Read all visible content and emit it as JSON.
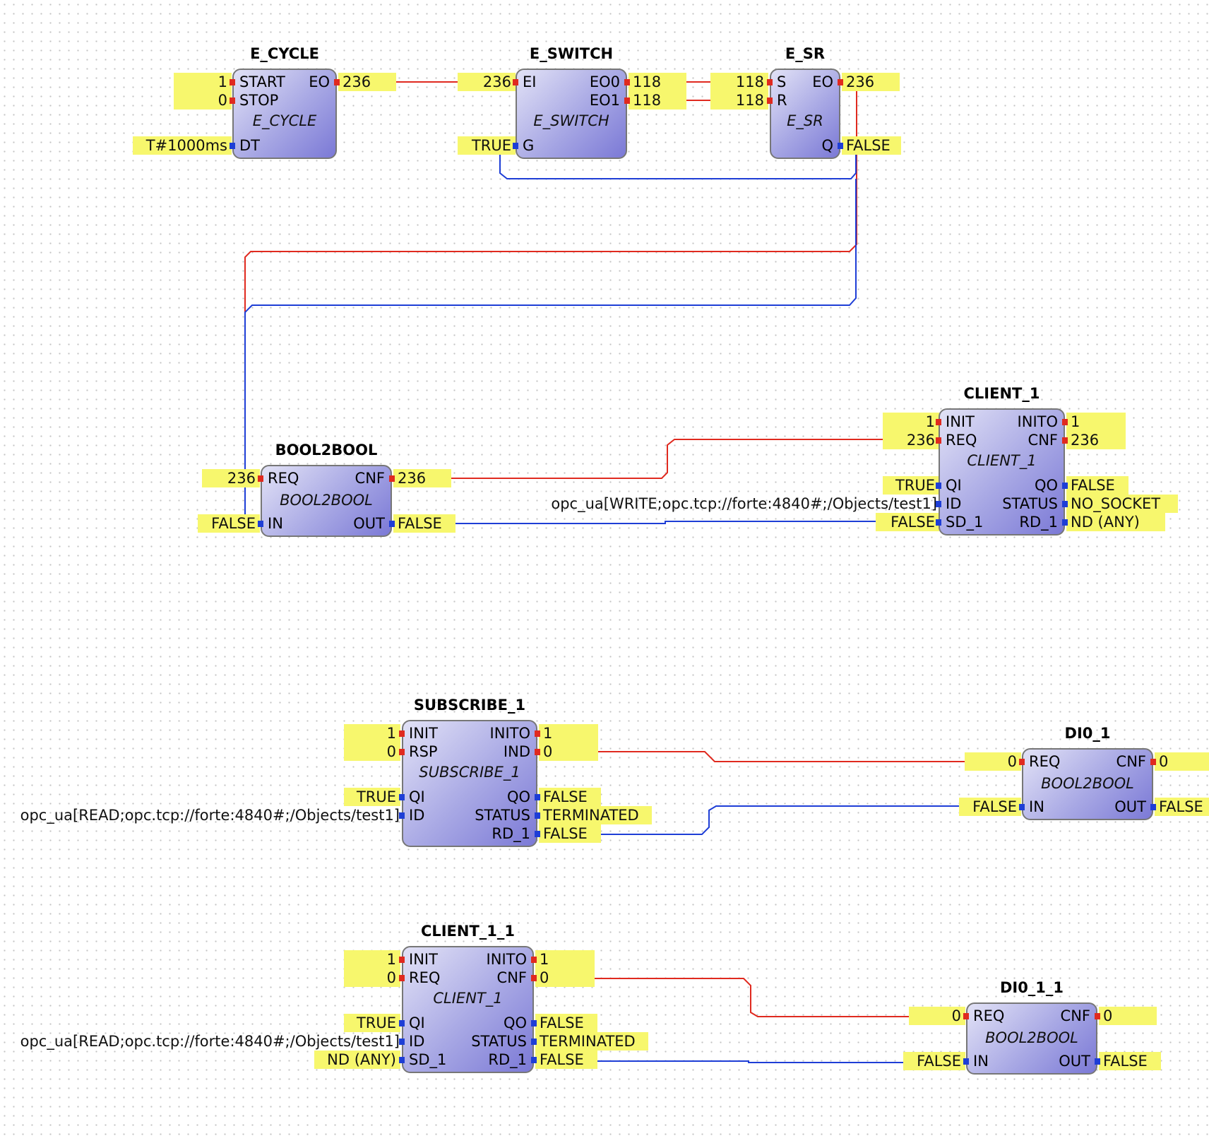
{
  "blocks": {
    "e_cycle": {
      "name": "E_CYCLE",
      "type": "E_CYCLE",
      "pins": {
        "start": "START",
        "stop": "STOP",
        "dt": "DT",
        "eo": "EO"
      },
      "values": {
        "start": "1",
        "stop": "0",
        "dt": "T#1000ms",
        "eo": "236"
      }
    },
    "e_switch": {
      "name": "E_SWITCH",
      "type": "E_SWITCH",
      "pins": {
        "ei": "EI",
        "g": "G",
        "eo0": "EO0",
        "eo1": "EO1"
      },
      "values": {
        "ei": "236",
        "g": "TRUE",
        "eo0": "118",
        "eo1": "118"
      }
    },
    "e_sr": {
      "name": "E_SR",
      "type": "E_SR",
      "pins": {
        "s": "S",
        "r": "R",
        "eo": "EO",
        "q": "Q"
      },
      "values": {
        "s": "118",
        "r": "118",
        "eo": "236",
        "q": "FALSE"
      }
    },
    "bool2bool": {
      "name": "BOOL2BOOL",
      "type": "BOOL2BOOL",
      "pins": {
        "req": "REQ",
        "in": "IN",
        "cnf": "CNF",
        "out": "OUT"
      },
      "values": {
        "req": "236",
        "in": "FALSE",
        "cnf": "236",
        "out": "FALSE"
      }
    },
    "client_1": {
      "name": "CLIENT_1",
      "type": "CLIENT_1",
      "pins": {
        "init": "INIT",
        "req": "REQ",
        "qi": "QI",
        "id": "ID",
        "sd_1": "SD_1",
        "inito": "INITO",
        "cnf": "CNF",
        "qo": "QO",
        "status": "STATUS",
        "rd_1": "RD_1"
      },
      "values": {
        "init": "1",
        "req": "236",
        "qi": "TRUE",
        "id": "opc_ua[WRITE;opc.tcp://forte:4840#;/Objects/test1]",
        "sd_1": "FALSE",
        "inito": "1",
        "cnf": "236",
        "qo": "FALSE",
        "status": "NO_SOCKET",
        "rd_1": "ND (ANY)"
      }
    },
    "subscribe_1": {
      "name": "SUBSCRIBE_1",
      "type": "SUBSCRIBE_1",
      "pins": {
        "init": "INIT",
        "rsp": "RSP",
        "qi": "QI",
        "id": "ID",
        "inito": "INITO",
        "ind": "IND",
        "qo": "QO",
        "status": "STATUS",
        "rd_1": "RD_1"
      },
      "values": {
        "init": "1",
        "rsp": "0",
        "qi": "TRUE",
        "id": "opc_ua[READ;opc.tcp://forte:4840#;/Objects/test1]",
        "inito": "1",
        "ind": "0",
        "qo": "FALSE",
        "status": "TERMINATED",
        "rd_1": "FALSE"
      }
    },
    "dio_1": {
      "name": "DI0_1",
      "type": "BOOL2BOOL",
      "pins": {
        "req": "REQ",
        "in": "IN",
        "cnf": "CNF",
        "out": "OUT"
      },
      "values": {
        "req": "0",
        "in": "FALSE",
        "cnf": "0",
        "out": "FALSE"
      }
    },
    "client_1_1": {
      "name": "CLIENT_1_1",
      "type": "CLIENT_1",
      "pins": {
        "init": "INIT",
        "req": "REQ",
        "qi": "QI",
        "id": "ID",
        "sd_1": "SD_1",
        "inito": "INITO",
        "cnf": "CNF",
        "qo": "QO",
        "status": "STATUS",
        "rd_1": "RD_1"
      },
      "values": {
        "init": "1",
        "req": "0",
        "qi": "TRUE",
        "id": "opc_ua[READ;opc.tcp://forte:4840#;/Objects/test1]",
        "sd_1": "ND (ANY)",
        "inito": "1",
        "cnf": "0",
        "qo": "FALSE",
        "status": "TERMINATED",
        "rd_1": "FALSE"
      }
    },
    "dio_1_1": {
      "name": "DI0_1_1",
      "type": "BOOL2BOOL",
      "pins": {
        "req": "REQ",
        "in": "IN",
        "cnf": "CNF",
        "out": "OUT"
      },
      "values": {
        "req": "0",
        "in": "FALSE",
        "cnf": "0",
        "out": "FALSE"
      }
    }
  },
  "colors": {
    "event_wire": "#e02a1f",
    "data_wire": "#1e3ed6",
    "value_highlight": "#f7f76d",
    "block_fill_light": "#e2e2f6",
    "block_fill_dark": "#7b79d6"
  }
}
